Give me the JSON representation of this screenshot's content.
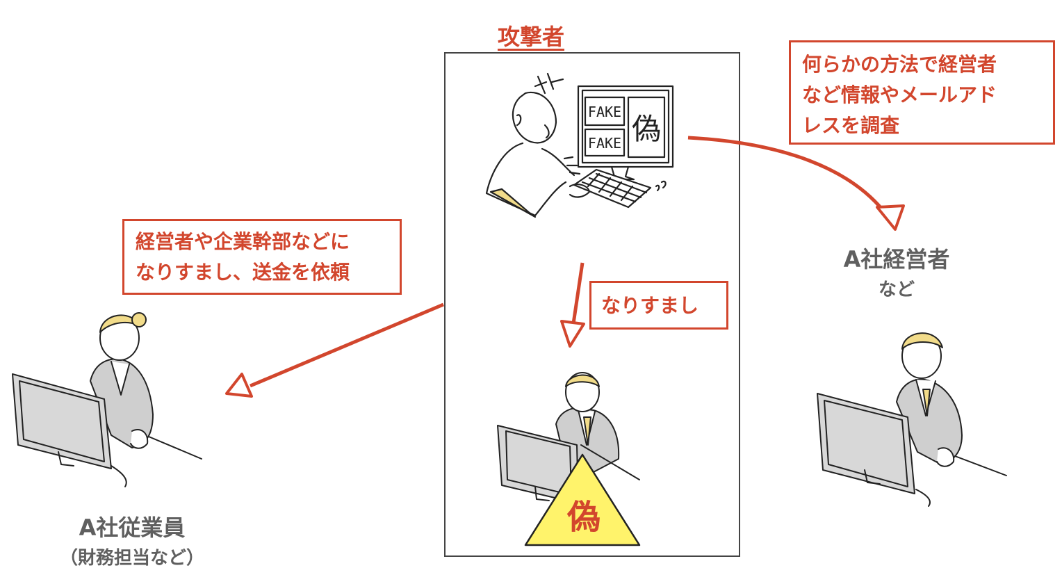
{
  "attacker": {
    "title": "攻撃者"
  },
  "callouts": {
    "research": "何らかの方法で経営者\nなど情報やメールアド\nレスを調査",
    "impersonate_request": "経営者や企業幹部などに\nなりすまし、送金を依頼",
    "impersonation": "なりすまし"
  },
  "fake_screen": {
    "label_1": "FAKE",
    "label_2": "FAKE",
    "kanji": "偽"
  },
  "warning": {
    "kanji": "偽"
  },
  "employee": {
    "name": "A社従業員",
    "role": "（財務担当など）"
  },
  "executive": {
    "name": "A社経営者",
    "suffix": "など"
  },
  "colors": {
    "accent_red": "#d2462d",
    "hair_yellow": "#f2dc8a",
    "warning_yellow": "#fff36b",
    "screen_gray": "#d8d8d8",
    "label_gray": "#5f5f5f"
  }
}
